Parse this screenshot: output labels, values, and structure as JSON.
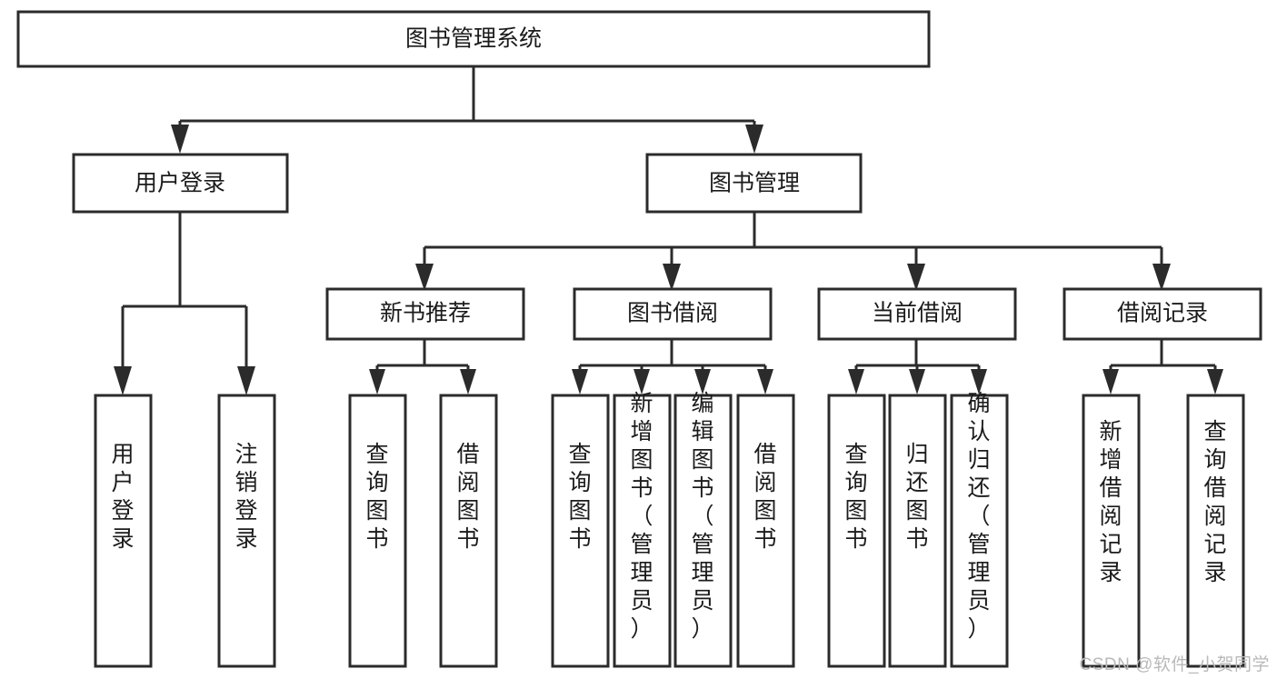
{
  "diagram": {
    "type": "tree-hierarchy",
    "title": "图书管理系统",
    "watermark": "CSDN @软件_小贺同学",
    "colors": {
      "box_stroke": "#2b2b2b",
      "box_fill": "#ffffff",
      "text": "#1b1b1b",
      "background": "#ffffff",
      "watermark": "#b9b9b9"
    },
    "levels": {
      "root": {
        "label": "图书管理系统"
      },
      "level2": [
        {
          "label": "用户登录"
        },
        {
          "label": "图书管理"
        }
      ],
      "level3": [
        {
          "label": "新书推荐"
        },
        {
          "label": "图书借阅"
        },
        {
          "label": "当前借阅"
        },
        {
          "label": "借阅记录"
        }
      ],
      "leaves": {
        "user_login": [
          {
            "label": "用户登录"
          },
          {
            "label": "注销登录"
          }
        ],
        "new_book_recommend": [
          {
            "label": "查询图书"
          },
          {
            "label": "借阅图书"
          }
        ],
        "book_borrow": [
          {
            "label": "查询图书"
          },
          {
            "label": "新增图书（管理员）"
          },
          {
            "label": "编辑图书（管理员）"
          },
          {
            "label": "借阅图书"
          }
        ],
        "current_borrow": [
          {
            "label": "查询图书"
          },
          {
            "label": "归还图书"
          },
          {
            "label": "确认归还（管理员）"
          }
        ],
        "borrow_record": [
          {
            "label": "新增借阅记录"
          },
          {
            "label": "查询借阅记录"
          }
        ]
      }
    }
  }
}
